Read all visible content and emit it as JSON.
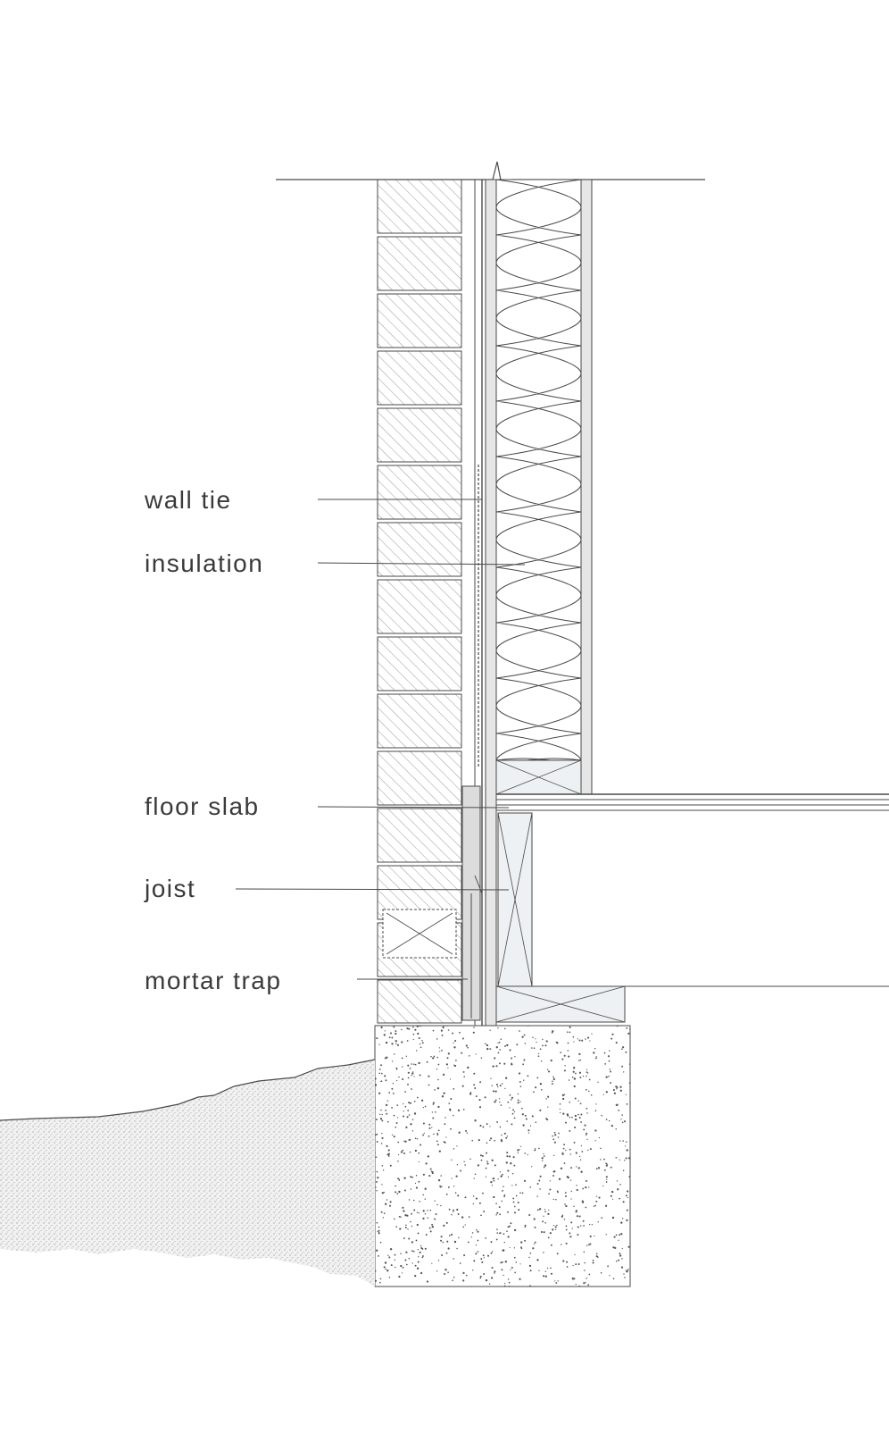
{
  "labels": {
    "wall_tie": "wall tie",
    "insulation": "insulation",
    "floor_slab": "floor slab",
    "joist": "joist",
    "mortar_trap": "mortar trap"
  },
  "colors": {
    "line": "#4a4a4a",
    "brick_fill": "#e8e8e8",
    "hatch": "#9a9a9a",
    "concrete_dot": "#555555",
    "soil_fill": "#ededed",
    "timber_fill": "#eef1f3",
    "text": "#3a3a3a"
  }
}
